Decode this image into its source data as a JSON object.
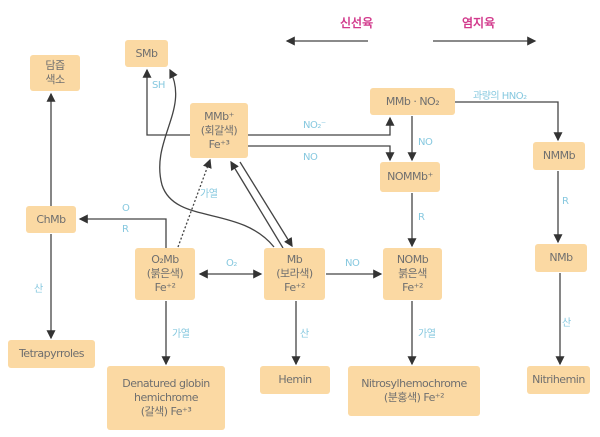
{
  "header": {
    "fresh": "신선육",
    "cured": "염지육"
  },
  "nodes": {
    "bile": [
      "담즙",
      "색소"
    ],
    "smb": "SMb",
    "mmb": [
      "MMb⁺",
      "(회갈색)",
      "Fe⁺³"
    ],
    "mmbno2": "MMb · NO₂",
    "nmmb": "NMMb",
    "nommb": "NOMMb⁺",
    "chmb": "ChMb",
    "o2mb": [
      "O₂Mb",
      "(붉은색)",
      "Fe⁺²"
    ],
    "mb": [
      "Mb",
      "(보라색)",
      "Fe⁺²"
    ],
    "nomb": [
      "NOMb",
      "붉은색",
      "Fe⁺²"
    ],
    "nmb": "NMb",
    "tetra": "Tetrapyrroles",
    "denatured": [
      "Denatured globin",
      "hemichrome",
      "(갈색) Fe⁺³"
    ],
    "hemin": "Hemin",
    "nitrosyl": [
      "Nitrosylhemochrome",
      "(분홍색) Fe⁺²"
    ],
    "nitrihemin": "Nitrihemin"
  },
  "labels": {
    "sh": "SH",
    "no2minus": "NO₂⁻",
    "no_a": "NO",
    "no_b": "NO",
    "excess": "과량의 HNO₂",
    "r_a": "R",
    "heat_a": "가열",
    "o": "O",
    "r_b": "R",
    "acid_a": "산",
    "o2": "O₂",
    "no_c": "NO",
    "r_c": "R",
    "heat_b": "가열",
    "acid_b": "산",
    "heat_c": "가열",
    "acid_c": "산"
  }
}
